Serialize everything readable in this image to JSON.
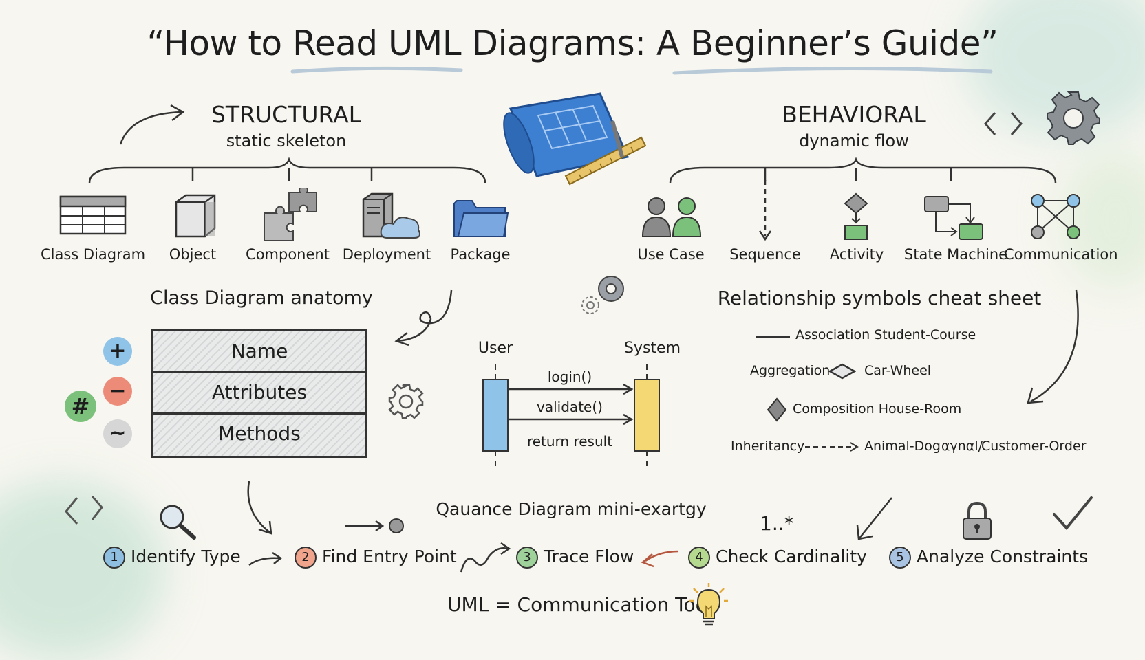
{
  "title": "“How to Read UML Diagrams: A Beginner’s Guide”",
  "structural": {
    "heading": "STRUCTURAL",
    "subheading": "static skeleton",
    "items": [
      {
        "label": "Class Diagram",
        "icon": "class-table-icon"
      },
      {
        "label": "Object",
        "icon": "cube-icon"
      },
      {
        "label": "Component",
        "icon": "puzzle-icon"
      },
      {
        "label": "Deployment",
        "icon": "server-cloud-icon"
      },
      {
        "label": "Package",
        "icon": "folder-icon"
      }
    ]
  },
  "behavioral": {
    "heading": "BEHAVIORAL",
    "subheading": "dynamic flow",
    "items": [
      {
        "label": "Use Case",
        "icon": "people-icon"
      },
      {
        "label": "Sequence",
        "icon": "dashed-arrow-icon"
      },
      {
        "label": "Activity",
        "icon": "diamond-flow-icon"
      },
      {
        "label": "State Machine",
        "icon": "state-boxes-icon"
      },
      {
        "label": "Communication",
        "icon": "network-icon"
      }
    ]
  },
  "class_anatomy": {
    "heading": "Class Diagram anatomy",
    "rows": [
      "Name",
      "Attributes",
      "Methods"
    ],
    "visibility": [
      "+",
      "−",
      "#",
      "~"
    ]
  },
  "sequence": {
    "actors": [
      "User",
      "System"
    ],
    "messages": [
      "login()",
      "validate()",
      "return result"
    ],
    "caption": "Qauance Diagram mini-exartgy"
  },
  "relationships": {
    "heading": "Relationship symbols cheat sheet",
    "association": "Association Student-Course",
    "aggregation": "Aggregation",
    "aggregation_example": "Car-Wheel",
    "composition": "Composition House-Room",
    "inheritancy": "Inheritancy",
    "inheritancy_example": "Animal-Dog",
    "dependency_garble": "αγnαl/",
    "dependency_example": "Customer-Order"
  },
  "cardinality": "1..*",
  "steps": [
    {
      "num": "1",
      "label": "Identify Type",
      "color": "#8fbfe0"
    },
    {
      "num": "2",
      "label": "Find Entry Point",
      "color": "#f0a48c"
    },
    {
      "num": "3",
      "label": "Trace Flow",
      "color": "#9fd19b"
    },
    {
      "num": "4",
      "label": "Check Cardinality",
      "color": "#b5d98f"
    },
    {
      "num": "5",
      "label": "Analyze Constraints",
      "color": "#a9c4e3"
    }
  ],
  "footer": "UML = Communication Tool",
  "colors": {
    "blue": "#8fc3e8",
    "green": "#7cc17b",
    "red": "#ec8b78",
    "yellow": "#f3d873",
    "blueprint": "#3d7fd0"
  }
}
